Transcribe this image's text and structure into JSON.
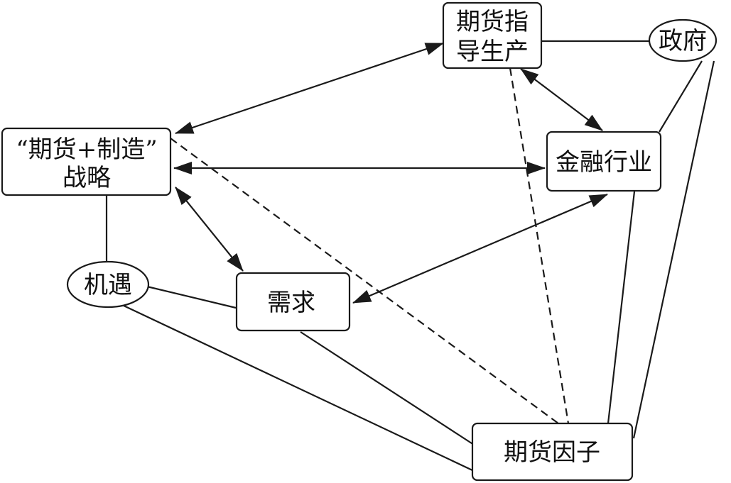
{
  "diagram": {
    "nodes": {
      "futures_guide_production": {
        "line1": "期货指",
        "line2": "导生产"
      },
      "government": {
        "label": "政府"
      },
      "strategy": {
        "line1": "“期货+制造”",
        "line2": "战略"
      },
      "finance": {
        "label": "金融行业"
      },
      "opportunity": {
        "label": "机遇"
      },
      "demand": {
        "label": "需求"
      },
      "futures_factor": {
        "label": "期货因子"
      }
    },
    "edge_style": {
      "line_color": "#1a1a1a"
    }
  }
}
